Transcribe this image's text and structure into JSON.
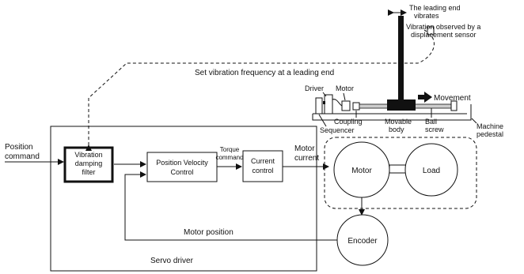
{
  "inputs": {
    "position_command_line1": "Position",
    "position_command_line2": "command"
  },
  "servo_driver": {
    "label": "Servo driver",
    "vibration_filter_line1": "Vibration",
    "vibration_filter_line2": "damping",
    "vibration_filter_line3": "filter",
    "pos_vel_control_line1": "Position Velocity",
    "pos_vel_control_line2": "Control",
    "torque_command_line1": "Torque",
    "torque_command_line2": "command",
    "current_control_line1": "Current",
    "current_control_line2": "control",
    "motor_position": "Motor position"
  },
  "plant": {
    "motor_current_line1": "Motor",
    "motor_current_line2": "current",
    "motor": "Motor",
    "load": "Load",
    "encoder": "Encoder"
  },
  "machine": {
    "set_vibration_frequency": "Set vibration frequency at a leading end",
    "leading_end_line1": "The leading end",
    "leading_end_line2": "vibrates",
    "vibration_observed_line1": "Vibration observed by a",
    "vibration_observed_line2": "displacement sensor",
    "driver": "Driver",
    "motor": "Motor",
    "movement": "Movement",
    "coupling": "Coupling",
    "sequencer": "Sequencer",
    "movable_body_line1": "Movable",
    "movable_body_line2": "body",
    "ball_screw_line1": "Ball",
    "ball_screw_line2": "screw",
    "machine_pedestal_line1": "Machine",
    "machine_pedestal_line2": "pedestal"
  }
}
